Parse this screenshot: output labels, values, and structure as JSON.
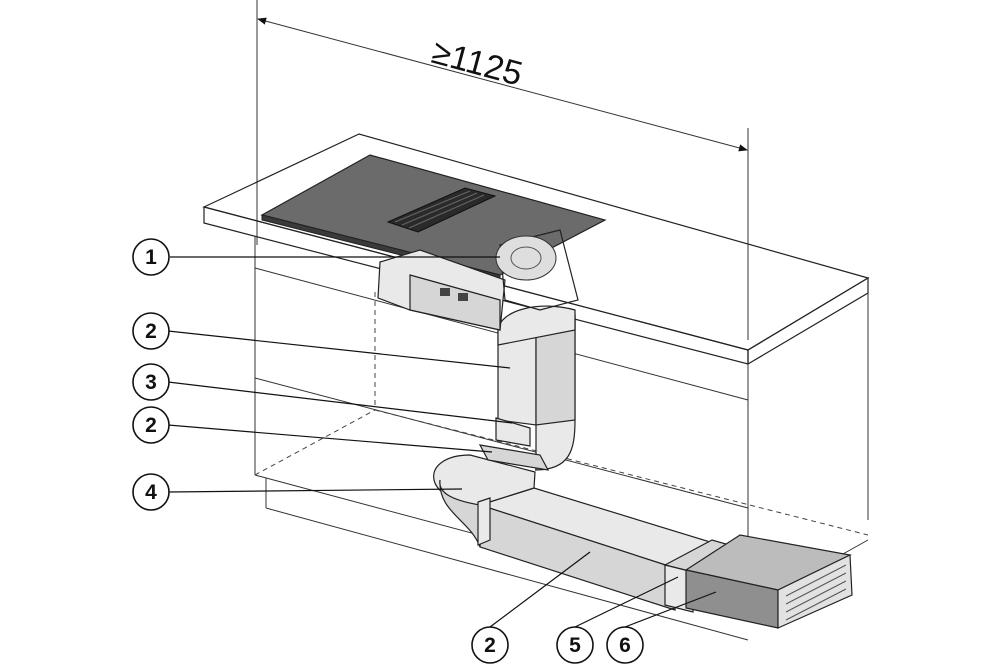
{
  "dimension": {
    "label": "≥1125"
  },
  "callouts": [
    {
      "number": "1"
    },
    {
      "number": "2"
    },
    {
      "number": "3"
    },
    {
      "number": "2"
    },
    {
      "number": "4"
    },
    {
      "number": "2"
    },
    {
      "number": "5"
    },
    {
      "number": "6"
    }
  ]
}
